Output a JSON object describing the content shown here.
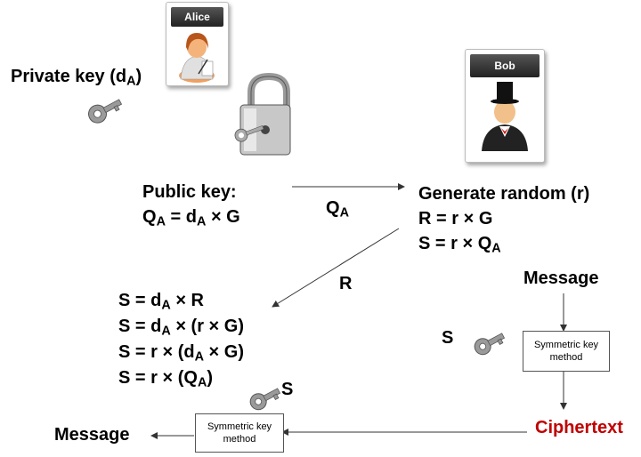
{
  "alice": {
    "card_label": "Alice",
    "icon": "user-writing-icon"
  },
  "bob": {
    "card_label": "Bob",
    "icon": "user-top-hat-icon"
  },
  "private_key": {
    "label": "Private key (d",
    "sub": "A",
    "close": ")",
    "icon": "key-icon"
  },
  "padlock": {
    "icon": "padlock-icon"
  },
  "public_key": {
    "title": "Public key:",
    "eq": [
      {
        "t": "Q"
      },
      {
        "s": "A"
      },
      {
        "t": " = d"
      },
      {
        "s": "A"
      },
      {
        "t": " × G"
      }
    ]
  },
  "arrow_labels": {
    "qa": [
      {
        "t": "Q"
      },
      {
        "s": "A"
      }
    ],
    "r": "R"
  },
  "bob_side": {
    "title": "Generate random (r)",
    "lines": [
      [
        {
          "t": "R = r × G"
        }
      ],
      [
        {
          "t": "S = r × Q"
        },
        {
          "s": "A"
        }
      ]
    ]
  },
  "alice_side": {
    "lines": [
      [
        {
          "t": "S = d"
        },
        {
          "s": "A"
        },
        {
          "t": " × R"
        }
      ],
      [
        {
          "t": "S = d"
        },
        {
          "s": "A"
        },
        {
          "t": " × (r × G)"
        }
      ],
      [
        {
          "t": "S = r × (d"
        },
        {
          "s": "A"
        },
        {
          "t": "  × G)"
        }
      ],
      [
        {
          "t": "S = r × (Q"
        },
        {
          "s": "A"
        },
        {
          "t": ")"
        }
      ]
    ]
  },
  "message_in": "Message",
  "message_out": "Message",
  "symmetric_box_right": "Symmetric key method",
  "symmetric_box_left": "Symmetric key method",
  "s_label_right": "S",
  "s_label_left": "S",
  "ciphertext": "Ciphertext",
  "colors": {
    "ciphertext": "#c00000",
    "arrow": "#333333",
    "key": "#8a8a8a"
  }
}
